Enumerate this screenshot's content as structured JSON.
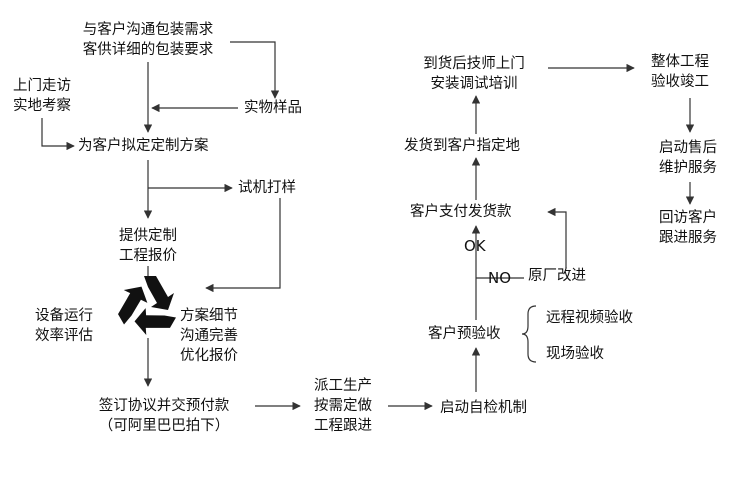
{
  "nodes": {
    "communicate": "与客户沟通包装需求\n客供详细的包装要求",
    "visit": "上门走访\n实地考察",
    "sample": "实物样品",
    "plan": "为客户拟定定制方案",
    "trial": "试机打样",
    "quote": "提供定制\n工程报价",
    "eval": "设备运行\n效率评估",
    "refine": "方案细节\n沟通完善\n优化报价",
    "sign": "签订协议并交预付款\n（可阿里巴巴拍下）",
    "produce": "派工生产\n按需定做\n工程跟进",
    "selfcheck": "启动自检机制",
    "preaccept": "客户预验收",
    "remote": "远程视频验收",
    "onsite": "现场验收",
    "ok": "OK",
    "no": "NO",
    "rework": "原厂改进",
    "pay": "客户支付发货款",
    "ship": "发货到客户指定地",
    "install": "到货后技师上门\n安装调试培训",
    "complete": "整体工程\n验收竣工",
    "aftersale": "启动售后\n维护服务",
    "followup": "回访客户\n跟进服务"
  },
  "colors": {
    "line": "#333333",
    "text": "#111111",
    "recycle": "#111111"
  }
}
